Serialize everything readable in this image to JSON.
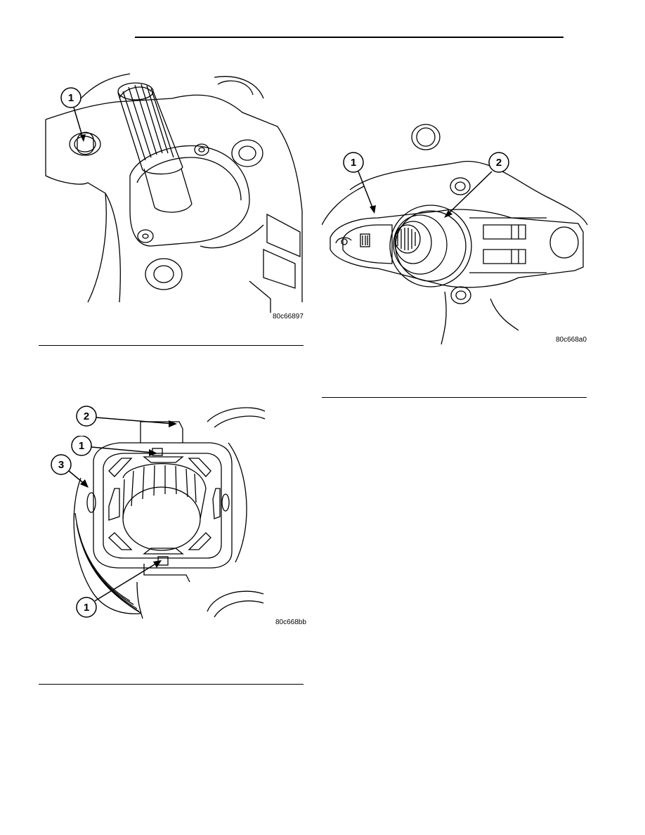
{
  "figures": [
    {
      "code": "80c66897",
      "callouts": [
        "1"
      ]
    },
    {
      "code": "80c668a0",
      "callouts": [
        "1",
        "2"
      ]
    },
    {
      "code": "80c668bb",
      "callouts": [
        "2",
        "1",
        "3",
        "1"
      ]
    }
  ]
}
